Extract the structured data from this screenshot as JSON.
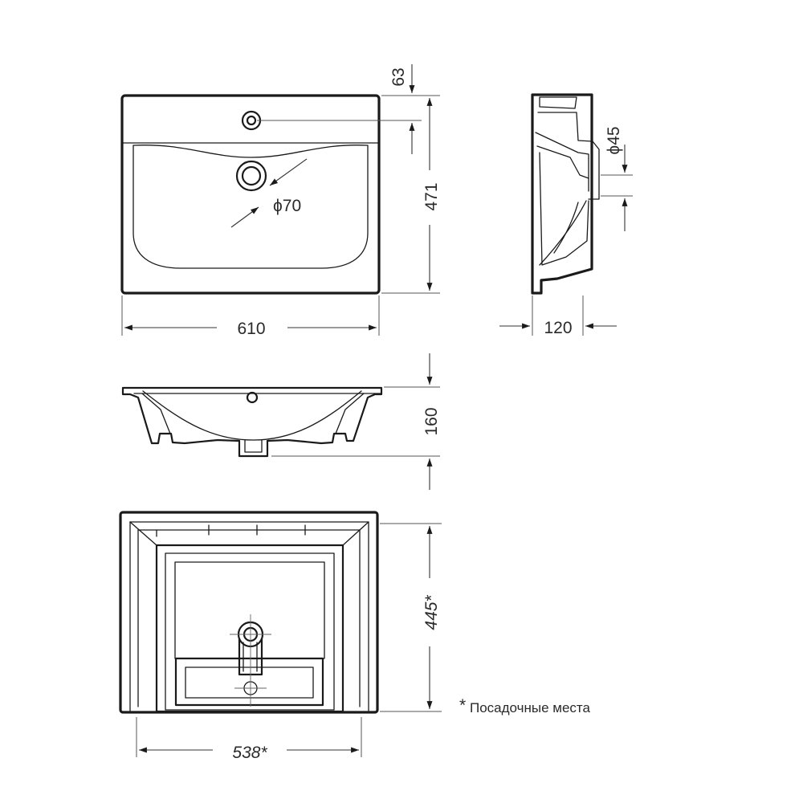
{
  "colors": {
    "line": "#1a1a1a",
    "background": "#ffffff",
    "text": "#2a2a2a"
  },
  "dimensions": {
    "width": "610",
    "height": "471",
    "rim_depth": "63",
    "drain_diameter": "ϕ70",
    "overflow_diameter": "ϕ45",
    "side_depth": "120",
    "bowl_height": "160",
    "mount_depth": "445*",
    "mount_width": "538*"
  },
  "note": {
    "asterisk": "*",
    "text": "Посадочные места"
  }
}
